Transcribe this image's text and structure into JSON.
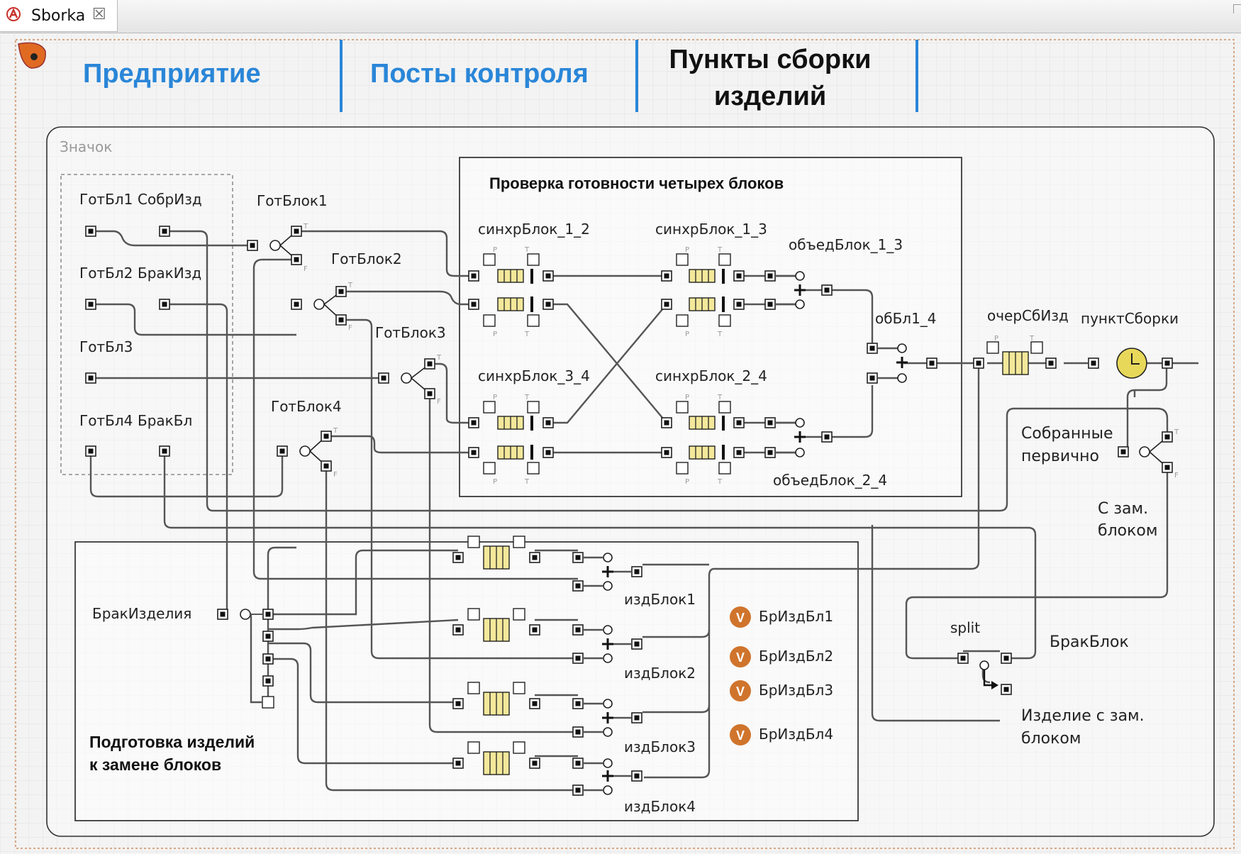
{
  "tab": {
    "title": "Sborka",
    "close": "☒"
  },
  "header": {
    "link1": "Предприятие",
    "link2": "Посты контроля",
    "title_line1": "Пункты сборки",
    "title_line2": "изделий"
  },
  "colors": {
    "link": "#2a86d8",
    "separator": "#2a86d8",
    "queue_fill": "#f3e89a",
    "delay_fill": "#e8d85a",
    "var_icon": "#d0742c"
  },
  "panel": {
    "icon_label": "Значок"
  },
  "ports": {
    "gotbl1": "ГотБл1",
    "sobrizd": "СобрИзд",
    "gotbl2": "ГотБл2",
    "brakizd": "БракИзд",
    "gotbl3": "ГотБл3",
    "gotbl4": "ГотБл4",
    "brakbl": "БракБл"
  },
  "blocks": {
    "gotblok1": "ГотБлок1",
    "gotblok2": "ГотБлок2",
    "gotblok3": "ГотБлок3",
    "gotblok4": "ГотБлок4",
    "check_title": "Проверка готовности четырех блоков",
    "sync12": "синхрБлок_1_2",
    "sync13": "синхрБлок_1_3",
    "sync34": "синхрБлок_3_4",
    "sync24": "синхрБлок_2_4",
    "join13": "объедБлок_1_3",
    "join24": "объедБлок_2_4",
    "obbl14": "обБл1_4",
    "queue": "очерСбИзд",
    "assembly": "пунктСборки",
    "assembled1": "Собранные",
    "assembled2": "первично",
    "replaced1": "С зам.",
    "replaced2": "блоком",
    "split": "split",
    "brakblok": "БракБлок",
    "item_replaced1": "Изделие с зам.",
    "item_replaced2": "блоком",
    "brakizdeliya": "БракИзделия",
    "izd1": "издБлок1",
    "izd2": "издБлок2",
    "izd3": "издБлок3",
    "izd4": "издБлок4",
    "prep1": "Подготовка изделий",
    "prep2": "к замене блоков"
  },
  "variables": [
    "БрИздБл1",
    "БрИздБл2",
    "БрИздБл3",
    "БрИздБл4"
  ],
  "port_marks": {
    "t": "T",
    "f": "F",
    "p": "P"
  }
}
